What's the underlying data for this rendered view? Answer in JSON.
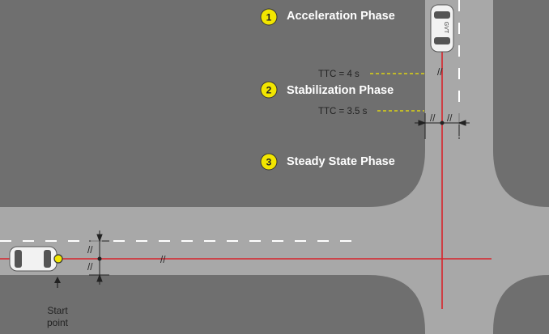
{
  "phases": [
    {
      "number": "1",
      "label": "Acceleration Phase"
    },
    {
      "number": "2",
      "label": "Stabilization Phase"
    },
    {
      "number": "3",
      "label": "Steady State Phase"
    }
  ],
  "ttc_markers": [
    "TTC = 4 s",
    "TTC = 3.5 s"
  ],
  "start_point": {
    "line1": "Start",
    "line2": "point"
  },
  "gvt_label": "GVT",
  "colors": {
    "background": "#6f6f6f",
    "road": "#a8a8a8",
    "path_line": "#d8232a",
    "ttc_dash": "#f2e600",
    "badge": "#f2e600"
  }
}
